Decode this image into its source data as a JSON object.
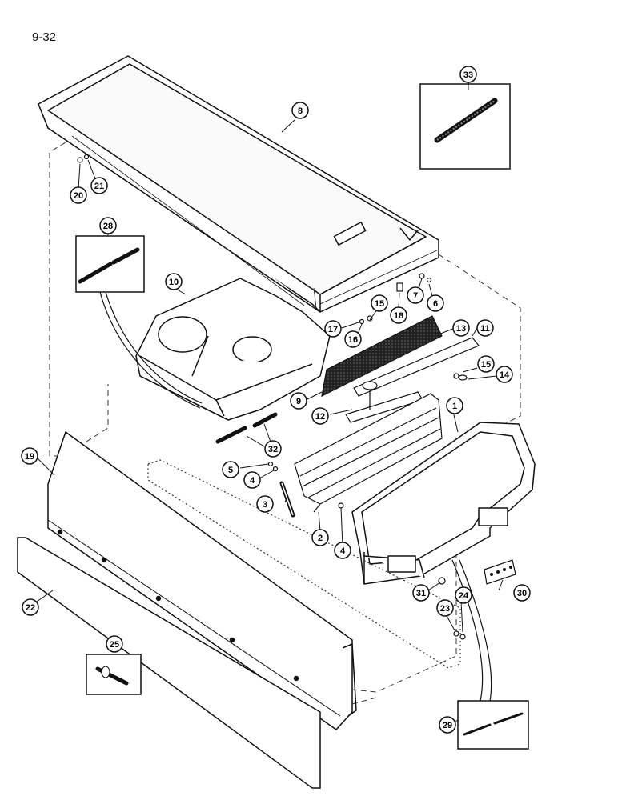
{
  "page": {
    "number": "9-32"
  },
  "callouts": {
    "c1": "1",
    "c2": "2",
    "c3": "3",
    "c4a": "4",
    "c4b": "4",
    "c5": "5",
    "c6": "6",
    "c7": "7",
    "c8": "8",
    "c9": "9",
    "c10": "10",
    "c11": "11",
    "c12": "12",
    "c13": "13",
    "c14": "14",
    "c15a": "15",
    "c15b": "15",
    "c16": "16",
    "c17": "17",
    "c18": "18",
    "c19": "19",
    "c20": "20",
    "c21": "21",
    "c22": "22",
    "c23": "23",
    "c24": "24",
    "c25": "25",
    "c28": "28",
    "c29": "29",
    "c30": "30",
    "c31": "31",
    "c32": "32",
    "c33": "33"
  }
}
